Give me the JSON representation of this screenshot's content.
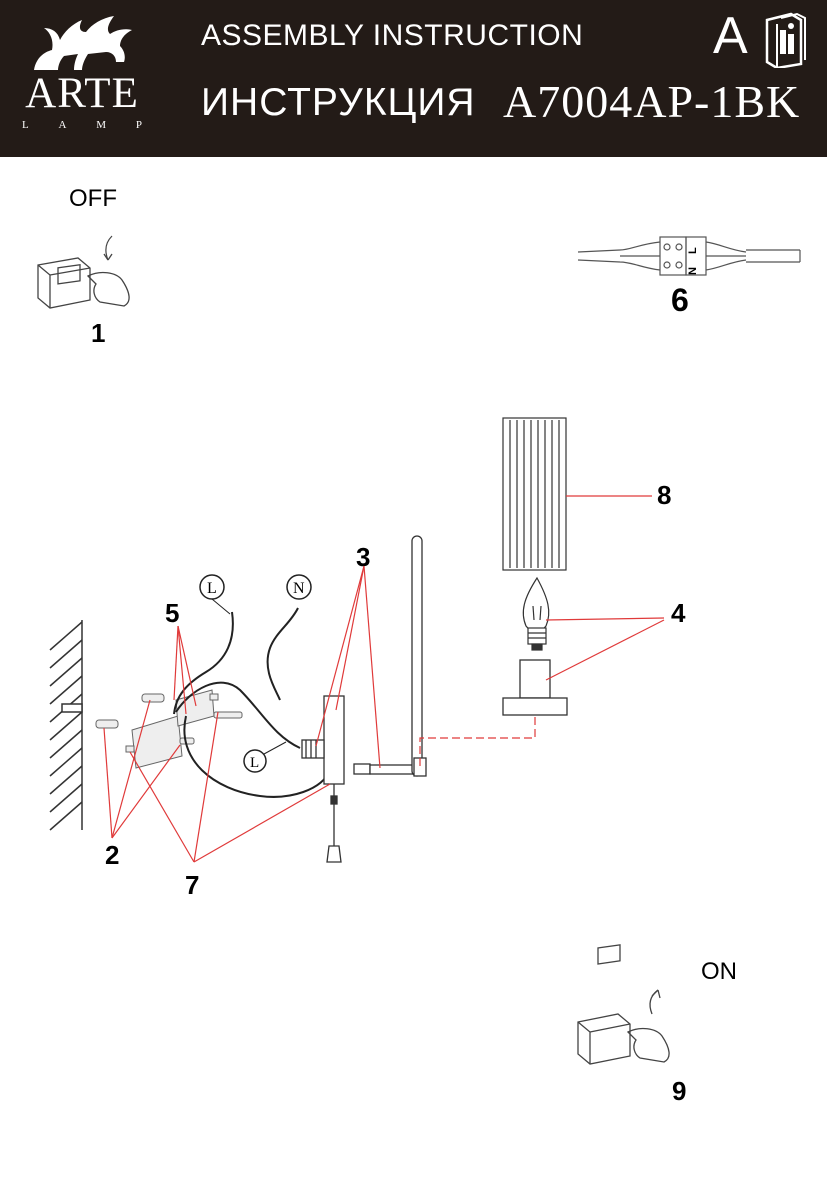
{
  "header": {
    "brand": "ARTE",
    "brand_sub": [
      "L",
      "A",
      "M",
      "P"
    ],
    "title_en": "ASSEMBLY INSTRUCTION",
    "title_ru": "ИНСТРУКЦИЯ",
    "model": "A7004AP-1BK",
    "section_letter": "A"
  },
  "steps": {
    "off_label": "OFF",
    "on_label": "ON",
    "n1": "1",
    "n2": "2",
    "n3": "3",
    "n4": "4",
    "n5": "5",
    "n6": "6",
    "n7": "7",
    "n8": "8",
    "n9": "9"
  },
  "wire_labels": {
    "live": "L",
    "neutral": "N",
    "live_lamp": "L"
  },
  "terminal_labels": {
    "neutral": "N",
    "live": "L"
  },
  "colors": {
    "header_bg": "#231b17",
    "leader_red": "#e03a3a"
  }
}
